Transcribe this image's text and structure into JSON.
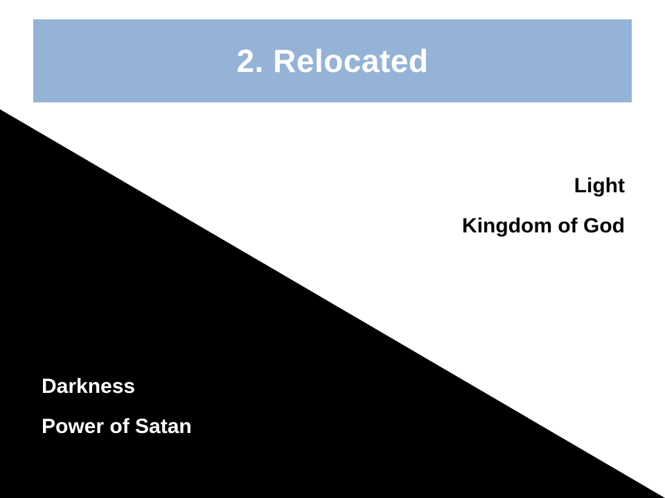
{
  "slide": {
    "title": "2. Relocated",
    "light_side": {
      "lines": [
        "Light",
        "Kingdom of God"
      ]
    },
    "dark_side": {
      "lines": [
        "Darkness",
        "Power of Satan"
      ]
    }
  },
  "colors": {
    "banner": "#95b3d7",
    "title_text": "#ffffff",
    "background": "#ffffff",
    "wedge": "#000000"
  }
}
